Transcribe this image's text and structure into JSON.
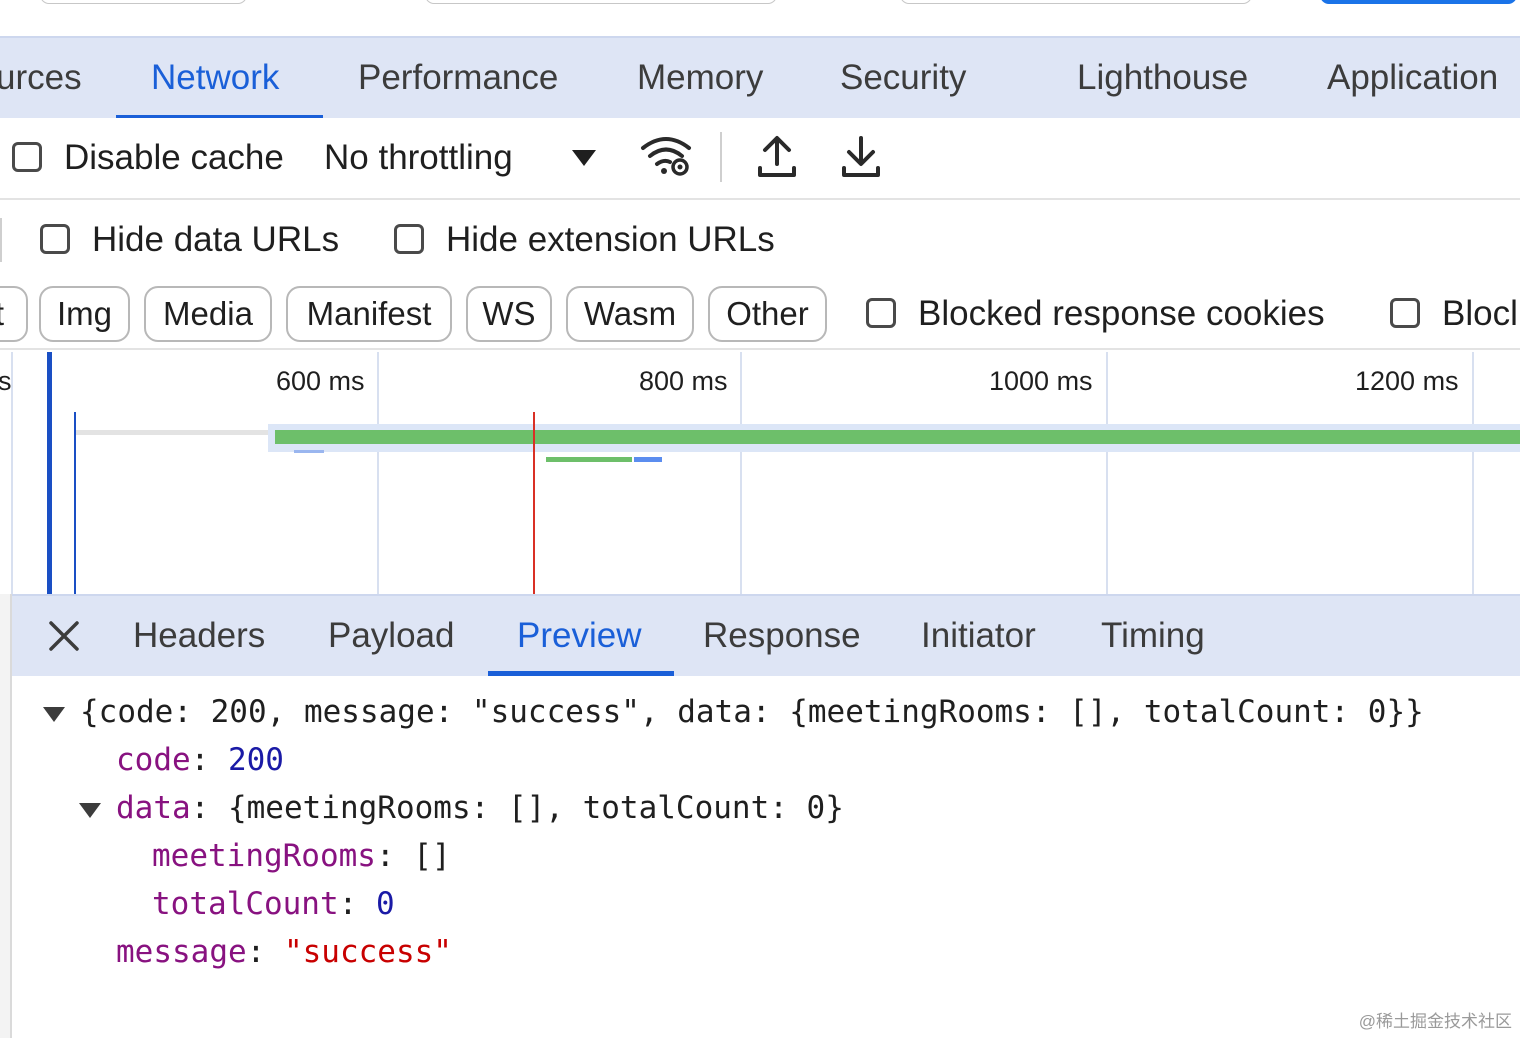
{
  "main_tabs": [
    {
      "label": "urces"
    },
    {
      "label": "Network"
    },
    {
      "label": "Performance"
    },
    {
      "label": "Memory"
    },
    {
      "label": "Security"
    },
    {
      "label": "Lighthouse"
    },
    {
      "label": "Application"
    }
  ],
  "active_main_tab": "Network",
  "toolbar": {
    "disable_cache_label": "Disable cache",
    "throttling_value": "No throttling"
  },
  "filters": {
    "hide_data_urls_label": "Hide data URLs",
    "hide_extension_urls_label": "Hide extension URLs",
    "type_chips": [
      {
        "label": "t"
      },
      {
        "label": "Img"
      },
      {
        "label": "Media"
      },
      {
        "label": "Manifest"
      },
      {
        "label": "WS"
      },
      {
        "label": "Wasm"
      },
      {
        "label": "Other"
      }
    ],
    "blocked_response_cookies_label": "Blocked response cookies",
    "blocked_requests_label": "Blocl"
  },
  "timeline": {
    "ticks": [
      "s",
      "600 ms",
      "800 ms",
      "1000 ms",
      "1200 ms"
    ],
    "colors": {
      "waiting": "#6dbf6a",
      "download": "#5b8def",
      "dom_line": "#1a4fc4",
      "load_line": "#d93025"
    }
  },
  "detail_tabs": [
    {
      "label": "Headers"
    },
    {
      "label": "Payload"
    },
    {
      "label": "Preview"
    },
    {
      "label": "Response"
    },
    {
      "label": "Initiator"
    },
    {
      "label": "Timing"
    }
  ],
  "active_detail_tab": "Preview",
  "preview": {
    "root_summary": "{code: 200, message: \"success\", data: {meetingRooms: [], totalCount: 0}}",
    "code_key": "code",
    "code_value": "200",
    "data_key": "data",
    "data_summary": "{meetingRooms: [], totalCount: 0}",
    "meeting_rooms_key": "meetingRooms",
    "meeting_rooms_value": "[]",
    "total_count_key": "totalCount",
    "total_count_value": "0",
    "message_key": "message",
    "message_value": "\"success\""
  },
  "watermark": "@稀土掘金技术社区"
}
